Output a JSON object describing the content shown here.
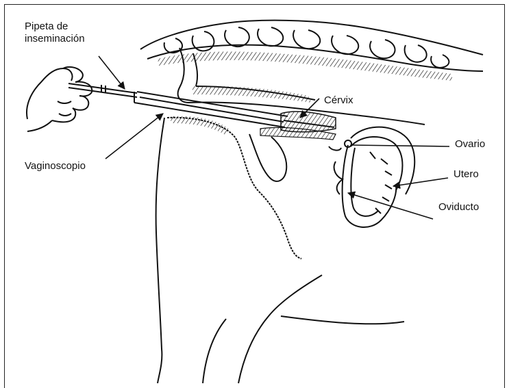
{
  "labels": {
    "pipeta_line1": "Pipeta de",
    "pipeta_line2": "inseminación",
    "vaginoscopio": "Vaginoscopio",
    "cervix": "Cérvix",
    "ovario": "Ovario",
    "utero": "Utero",
    "oviducto": "Oviducto"
  }
}
